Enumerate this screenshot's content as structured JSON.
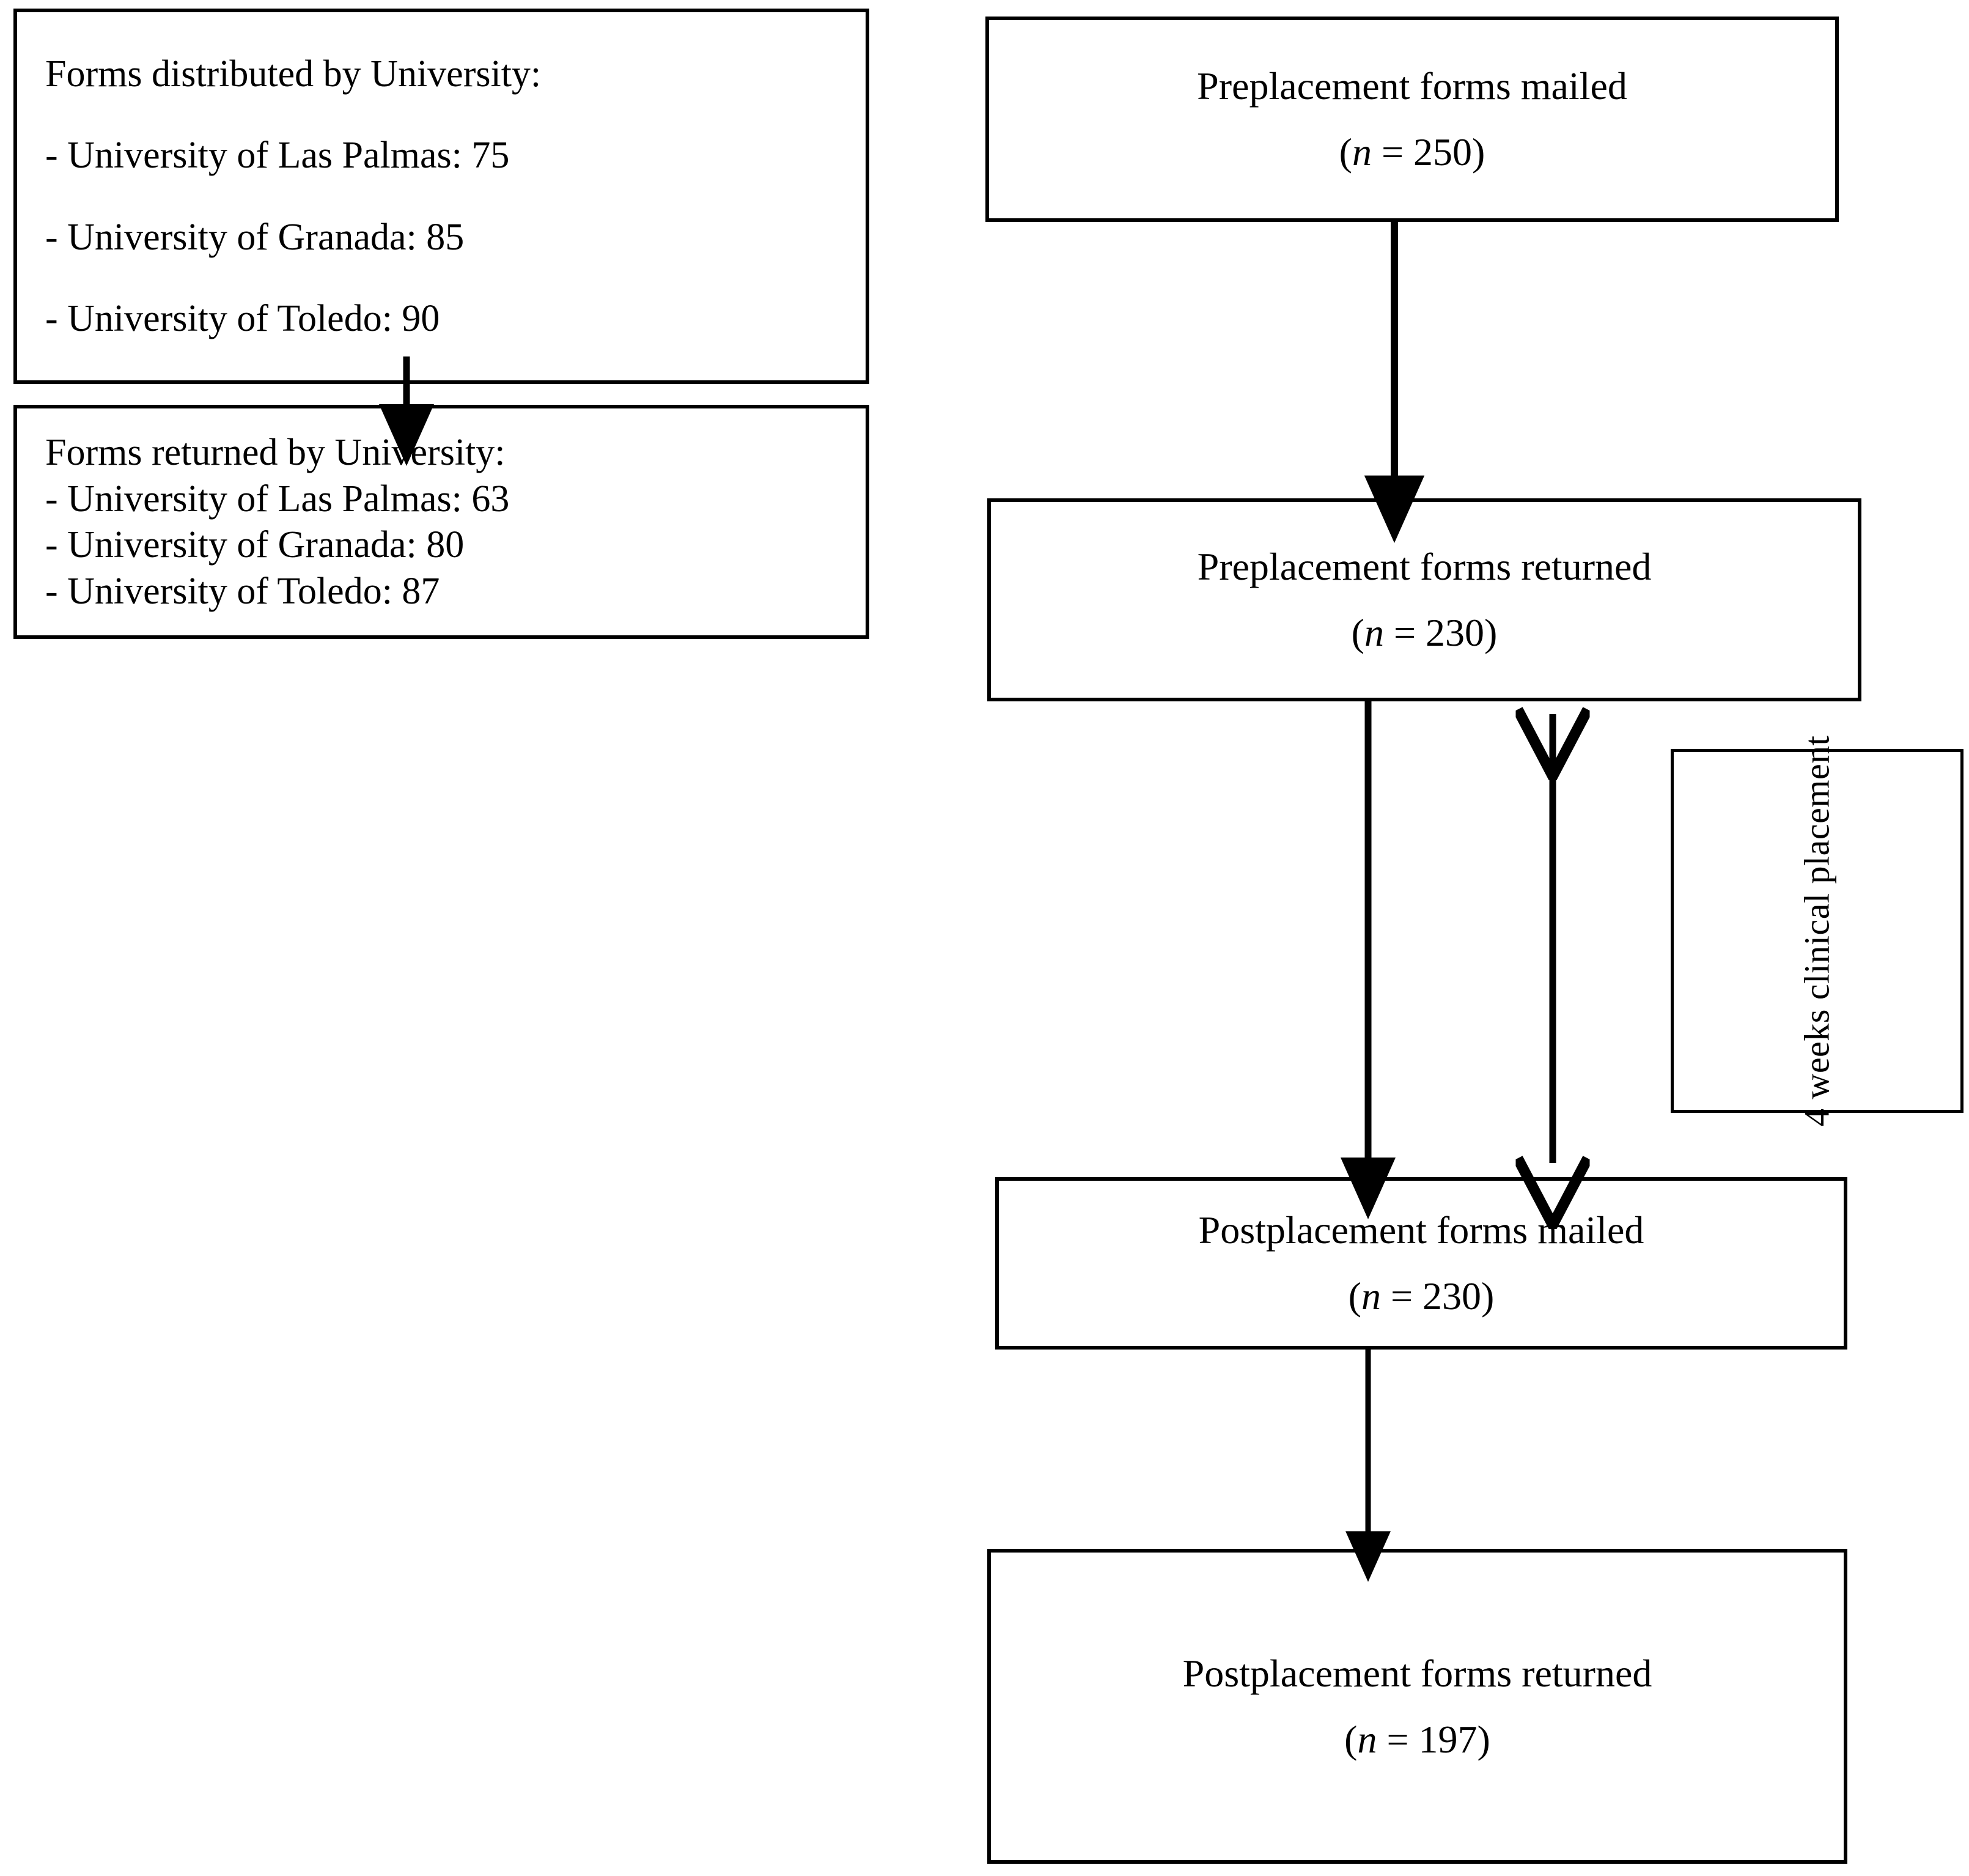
{
  "figure": {
    "type": "flowchart",
    "orientation": "two-column",
    "background": "#ffffff",
    "stroke": "#000000"
  },
  "left_column": {
    "distributed_box": {
      "title": "Forms distributed by University:",
      "items": [
        "- University of Las Palmas: 75",
        "- University of Granada: 85",
        "- University of Toledo: 90"
      ]
    },
    "returned_box": {
      "title": "Forms returned by University:",
      "items": [
        "- University of Las Palmas: 63",
        "- University of Granada: 80",
        "- University of Toledo: 87"
      ]
    }
  },
  "right_column": {
    "nodes": [
      {
        "id": "preplacement-mailed",
        "line1": "Preplacement forms mailed",
        "n_prefix": "(",
        "n_symbol": "n",
        "n_equals": " = ",
        "n_value": "250",
        "n_suffix": ")",
        "line2": "(n = 250)"
      },
      {
        "id": "preplacement-returned",
        "line1": "Preplacement forms returned",
        "n_prefix": "(",
        "n_symbol": "n",
        "n_equals": " = ",
        "n_value": "230",
        "n_suffix": ")",
        "line2": "(n = 230)"
      },
      {
        "id": "postplacement-mailed",
        "line1": "Postplacement forms mailed",
        "n_prefix": "(",
        "n_symbol": "n",
        "n_equals": " = ",
        "n_value": "230",
        "n_suffix": ")",
        "line2": "(n = 230)"
      },
      {
        "id": "postplacement-returned",
        "line1": "Postplacement forms returned",
        "n_prefix": "(",
        "n_symbol": "n",
        "n_equals": " = ",
        "n_value": "197",
        "n_suffix": ")",
        "line2": "(n = 197)"
      }
    ]
  },
  "annotation_box": {
    "label": "4 weeks clinical placement",
    "rotation": "-90deg"
  },
  "connectors": [
    {
      "id": "left-distributed-to-returned",
      "kind": "arrow-down"
    },
    {
      "id": "preplacement-mailed-to-returned",
      "kind": "arrow-down"
    },
    {
      "id": "preplacement-returned-to-postplacement-mailed",
      "kind": "arrow-down"
    },
    {
      "id": "placement-duration-double-arrow",
      "kind": "arrow-double-vertical"
    },
    {
      "id": "postplacement-mailed-to-returned",
      "kind": "arrow-down"
    }
  ]
}
